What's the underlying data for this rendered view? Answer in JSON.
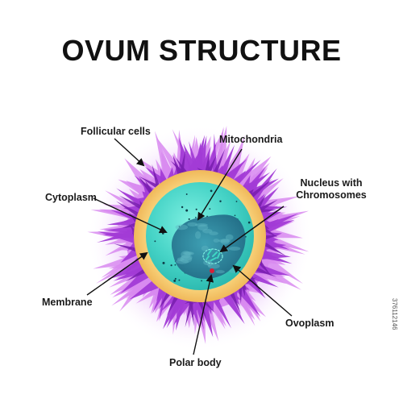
{
  "title": "OVUM STRUCTURE",
  "labels": {
    "follicular_cells": "Follicular cells",
    "mitochondria": "Mitochondria",
    "nucleus_line1": "Nucleus with",
    "nucleus_line2": "Chromosomes",
    "cytoplasm": "Cytoplasm",
    "membrane": "Membrane",
    "ovoplasm": "Ovoplasm",
    "polar_body": "Polar body"
  },
  "watermark": "376112146",
  "colors": {
    "follicle_purple": "#a23bd6",
    "follicle_light": "#d88af0",
    "glow": "#efd3fb",
    "membrane_orange": "#f6c96c",
    "cytoplasm_teal": "#49d6c8",
    "nucleus_blue": "#2f8aa0",
    "dots": "#0e3f4a",
    "polar_red": "#d62038"
  }
}
